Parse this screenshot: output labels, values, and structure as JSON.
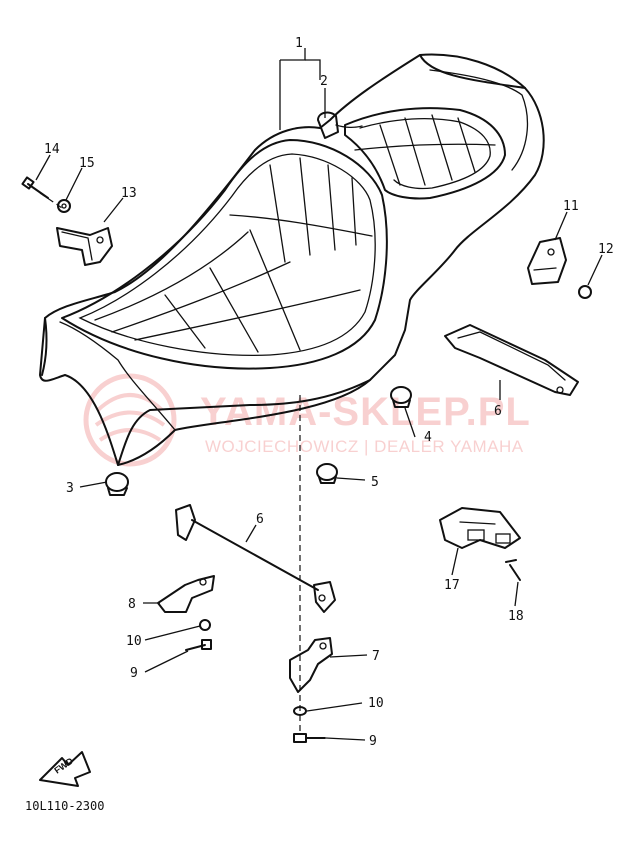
{
  "diagram": {
    "reference_code": "10L110-2300",
    "fwd_label": "FWD",
    "watermark": {
      "title": "YAMA-SKLEP.PL",
      "subtitle": "WOJCIECHOWICZ | DEALER YAMAHA",
      "color": "#e85a5a"
    },
    "callouts": [
      "1",
      "2",
      "3",
      "4",
      "5",
      "6",
      "6",
      "7",
      "8",
      "9",
      "9",
      "10",
      "10",
      "11",
      "12",
      "13",
      "14",
      "15",
      "17",
      "18"
    ],
    "ink_color": "#111111"
  }
}
